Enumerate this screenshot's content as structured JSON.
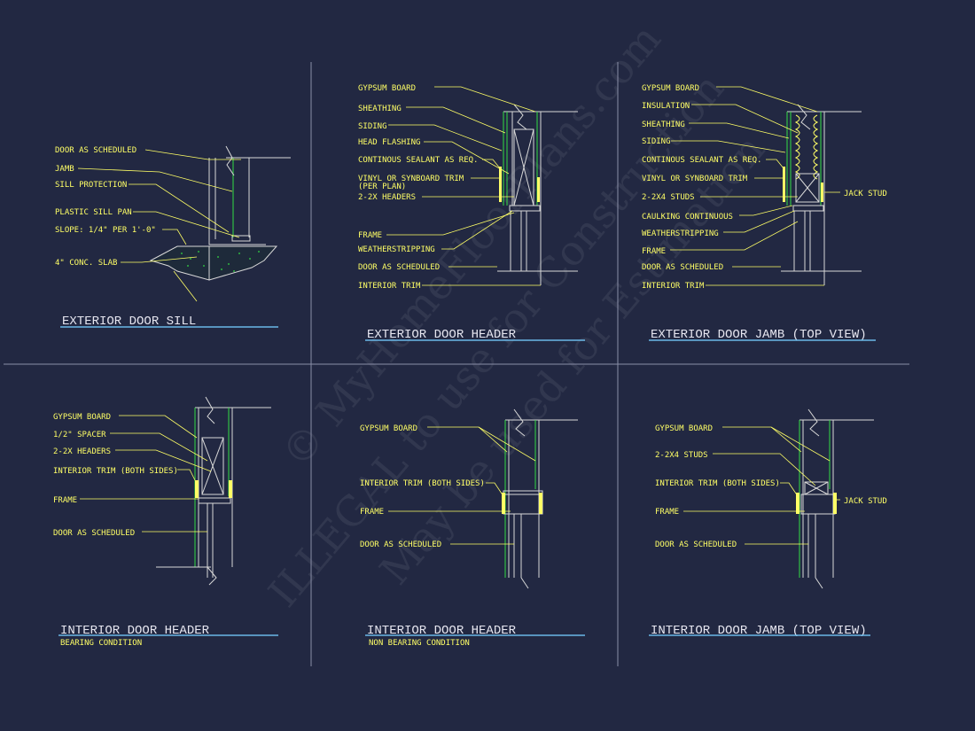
{
  "watermark": {
    "line1": "© MyHomeFloorPlans.com",
    "line2": "ILLEGAL to use for Construction",
    "line3": "May be used for Estimation"
  },
  "panels": {
    "ext_sill": {
      "title": "EXTERIOR DOOR SILL",
      "labels": [
        "DOOR AS SCHEDULED",
        "JAMB",
        "SILL PROTECTION",
        "PLASTIC SILL PAN",
        "SLOPE: 1/4\" PER 1'-0\"",
        "4\" CONC. SLAB"
      ]
    },
    "ext_header": {
      "title": "EXTERIOR DOOR HEADER",
      "labels": [
        "GYPSUM BOARD",
        "SHEATHING",
        "SIDING",
        "HEAD FLASHING",
        "CONTINOUS SEALANT AS REQ.",
        "VINYL OR SYNBOARD TRIM",
        "(PER PLAN)",
        "2-2X HEADERS",
        "FRAME",
        "WEATHERSTRIPPING",
        "DOOR AS SCHEDULED",
        "INTERIOR TRIM"
      ]
    },
    "ext_jamb": {
      "title": "EXTERIOR DOOR JAMB (TOP VIEW)",
      "labels": [
        "GYPSUM BOARD",
        "INSULATION",
        "SHEATHING",
        "SIDING",
        "CONTINOUS SEALANT AS REQ.",
        "VINYL OR SYNBOARD TRIM",
        "2-2X4 STUDS",
        "CAULKING CONTINUOUS",
        "WEATHERSTRIPPING",
        "FRAME",
        "DOOR AS SCHEDULED",
        "INTERIOR TRIM"
      ],
      "right_label": "JACK STUD"
    },
    "int_header_bearing": {
      "title": "INTERIOR DOOR HEADER",
      "subtitle": "BEARING CONDITION",
      "labels": [
        "GYPSUM BOARD",
        "1/2\" SPACER",
        "2-2X HEADERS",
        "INTERIOR TRIM (BOTH SIDES)",
        "FRAME",
        "DOOR AS SCHEDULED"
      ]
    },
    "int_header_nonbearing": {
      "title": "INTERIOR DOOR HEADER",
      "subtitle": "NON BEARING CONDITION",
      "labels": [
        "GYPSUM BOARD",
        "INTERIOR TRIM (BOTH SIDES)",
        "FRAME",
        "DOOR AS SCHEDULED"
      ]
    },
    "int_jamb": {
      "title": "INTERIOR DOOR JAMB (TOP VIEW)",
      "labels": [
        "GYPSUM BOARD",
        "2-2X4 STUDS",
        "INTERIOR TRIM (BOTH SIDES)",
        "FRAME",
        "DOOR AS SCHEDULED"
      ],
      "right_label": "JACK STUD"
    }
  },
  "colors": {
    "background": "#222842",
    "label": "#ffff66",
    "title": "#e6e6f0",
    "underline": "#6ab8e8",
    "green_lines": "#33dd44",
    "wall_lines": "#d8d8d8"
  }
}
